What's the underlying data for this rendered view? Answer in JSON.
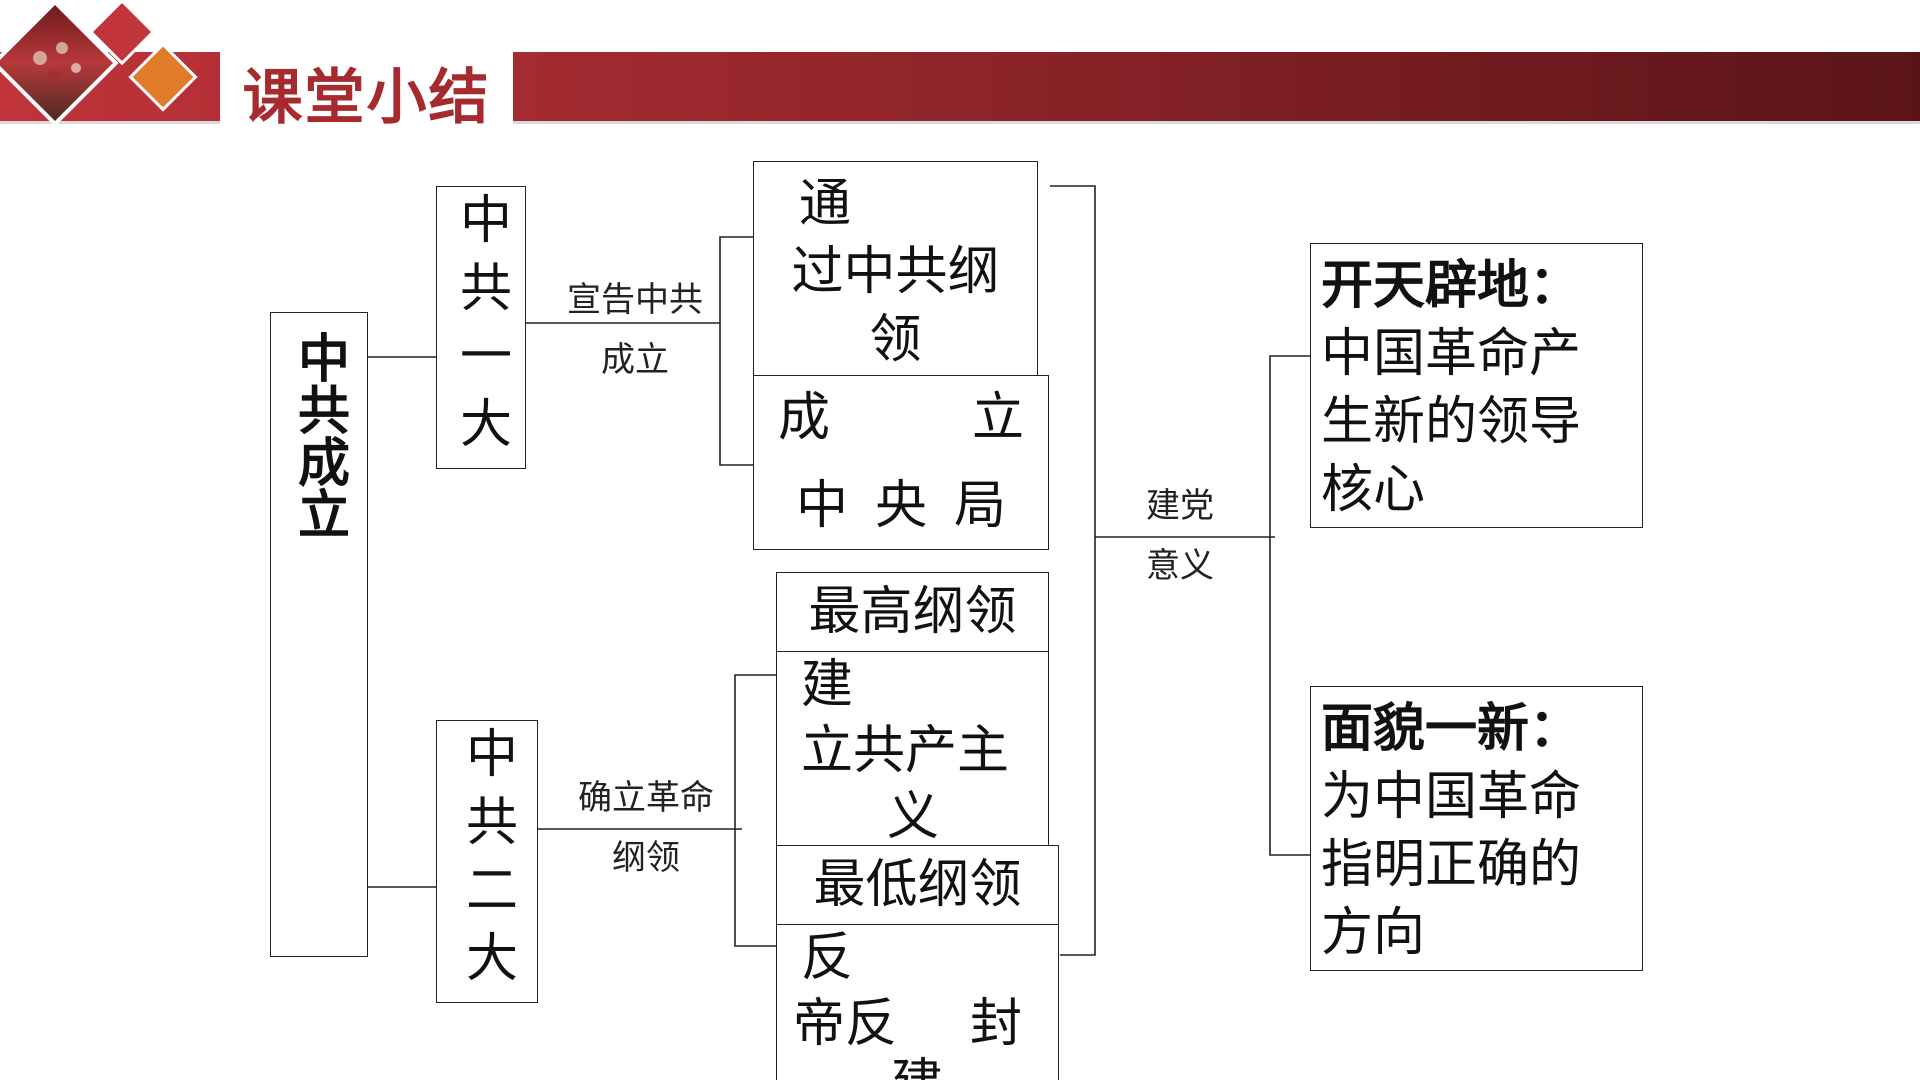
{
  "header": {
    "title": "课堂小结",
    "colors": {
      "bar_start": "#c0343a",
      "bar_end": "#5a1418",
      "accent_orange": "#e07b2a",
      "accent_red": "#b8252b"
    }
  },
  "root": {
    "label": "中共成立"
  },
  "congress1": {
    "label": "中共一大",
    "edge_label_line1": "宣告中共",
    "edge_label_line2": "成立",
    "items": [
      "通过中共纲领",
      "成立中央局"
    ],
    "item1_parts": [
      "通",
      "过中共纲",
      "领"
    ],
    "item2_parts": [
      "成",
      "立",
      "中",
      "央",
      "局"
    ]
  },
  "congress2": {
    "label": "中共二大",
    "edge_label_line1": "确立革命",
    "edge_label_line2": "纲领",
    "max_program": {
      "title": "最高纲领",
      "parts": [
        "建",
        "立共产主",
        "义"
      ]
    },
    "min_program": {
      "title": "最低纲领",
      "parts": [
        "反",
        "帝反",
        "封",
        "建"
      ]
    }
  },
  "significance": {
    "edge_label_line1": "建党",
    "edge_label_line2": "意义",
    "items": [
      {
        "heading": "开天辟地：",
        "lines": [
          "中国革命产",
          "生新的领导",
          "核心"
        ]
      },
      {
        "heading": "面貌一新：",
        "lines": [
          "为中国革命",
          "指明正确的",
          "方向"
        ]
      }
    ]
  }
}
